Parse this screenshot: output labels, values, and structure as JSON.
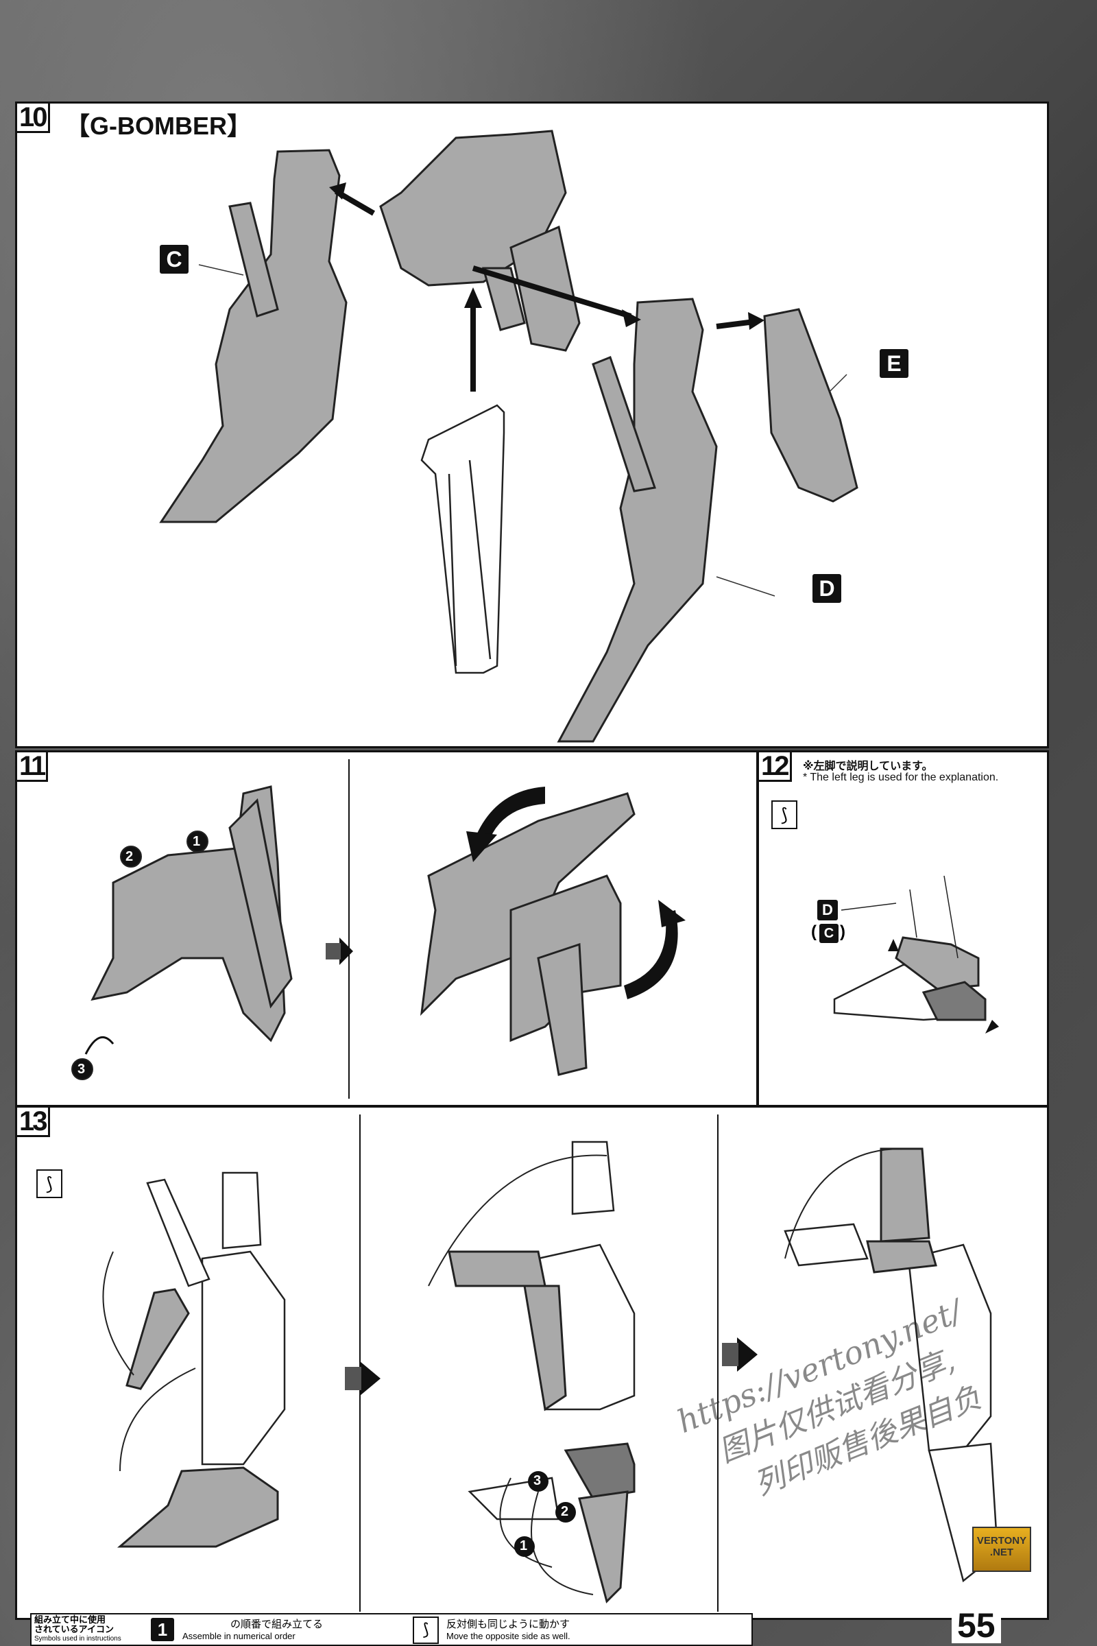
{
  "page_number": "55",
  "step10": {
    "number": "10",
    "title": "【G-BOMBER】",
    "labels": {
      "c": "C",
      "d": "D",
      "e": "E"
    }
  },
  "step11": {
    "number": "11",
    "markers": [
      "2",
      "1",
      "3"
    ]
  },
  "step12": {
    "number": "12",
    "note_jp": "※左脚で説明しています。",
    "note_en": "* The left leg is used for the explanation.",
    "label_d": "D",
    "label_c": "C",
    "paren_open": "(",
    "paren_close": ")"
  },
  "step13": {
    "number": "13",
    "markers": [
      "3",
      "2",
      "1"
    ]
  },
  "legend": {
    "title_jp_line1": "組み立て中に使用",
    "title_jp_line2": "されているアイコン",
    "title_en": "Symbols used in instructions",
    "icon1_number": "1",
    "icon1_jp_text": "の順番で組み立てる",
    "icon1_en": "Assemble in numerical order",
    "icon2_jp": "反対側も同じように動かす",
    "icon2_en": "Move the opposite side as well."
  },
  "badge": {
    "line1": "VERTONY",
    "line2": ".NET"
  },
  "watermark": {
    "line1": "https://vertony.net/",
    "line2": "图片仅供试看分享,",
    "line3": "列印贩售後果自负"
  }
}
